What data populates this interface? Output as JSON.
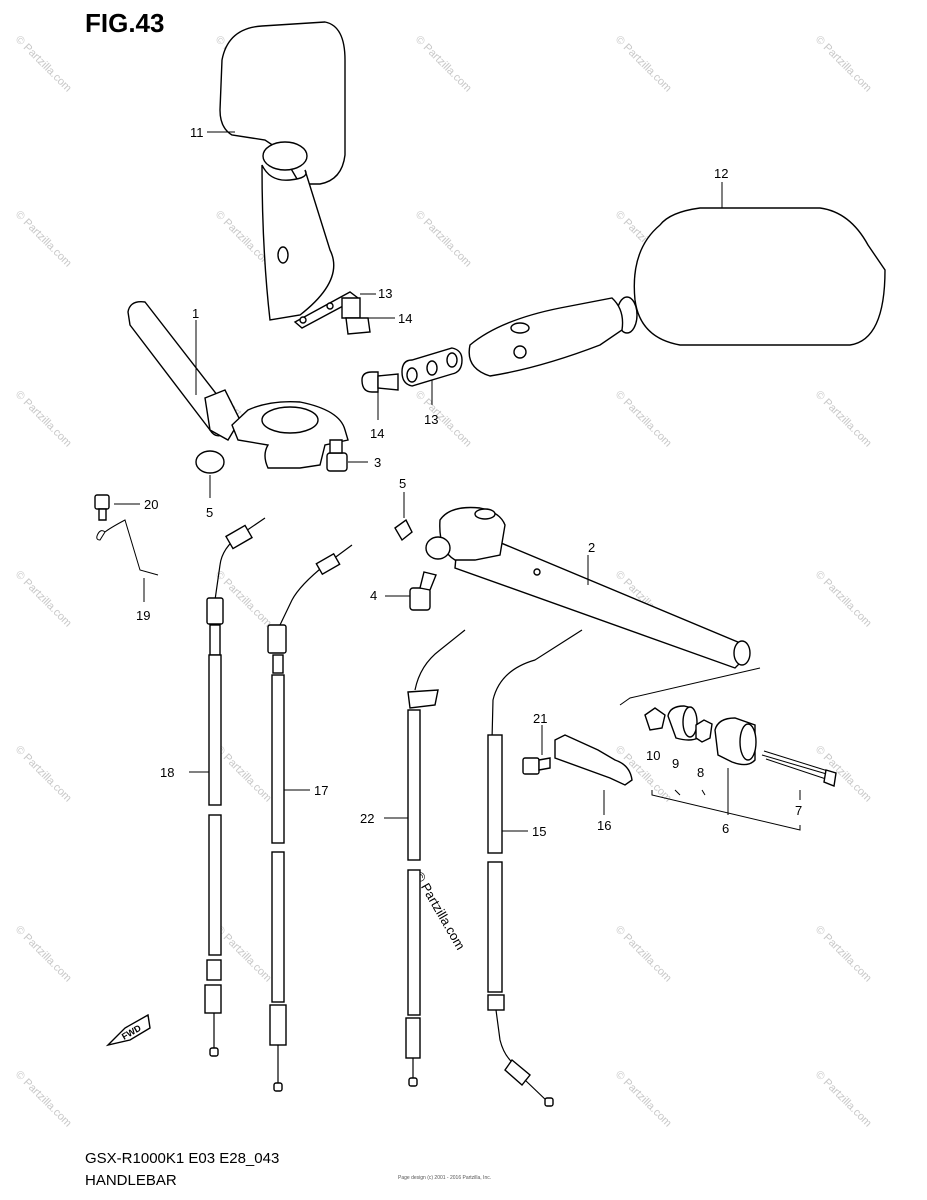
{
  "figure": {
    "title": "FIG.43",
    "model_code": "GSX-R1000K1 E03 E28_043",
    "section_name": "HANDLEBAR",
    "copyright_text": "Page design (c) 2001 - 2016 Partzilla, Inc.",
    "watermark": "© Partzilla.com",
    "fwd_label": "FWD"
  },
  "callouts": [
    "1",
    "2",
    "3",
    "4",
    "5",
    "5",
    "6",
    "7",
    "8",
    "9",
    "10",
    "11",
    "12",
    "13",
    "13",
    "14",
    "14",
    "15",
    "16",
    "17",
    "18",
    "19",
    "20",
    "21",
    "22"
  ]
}
